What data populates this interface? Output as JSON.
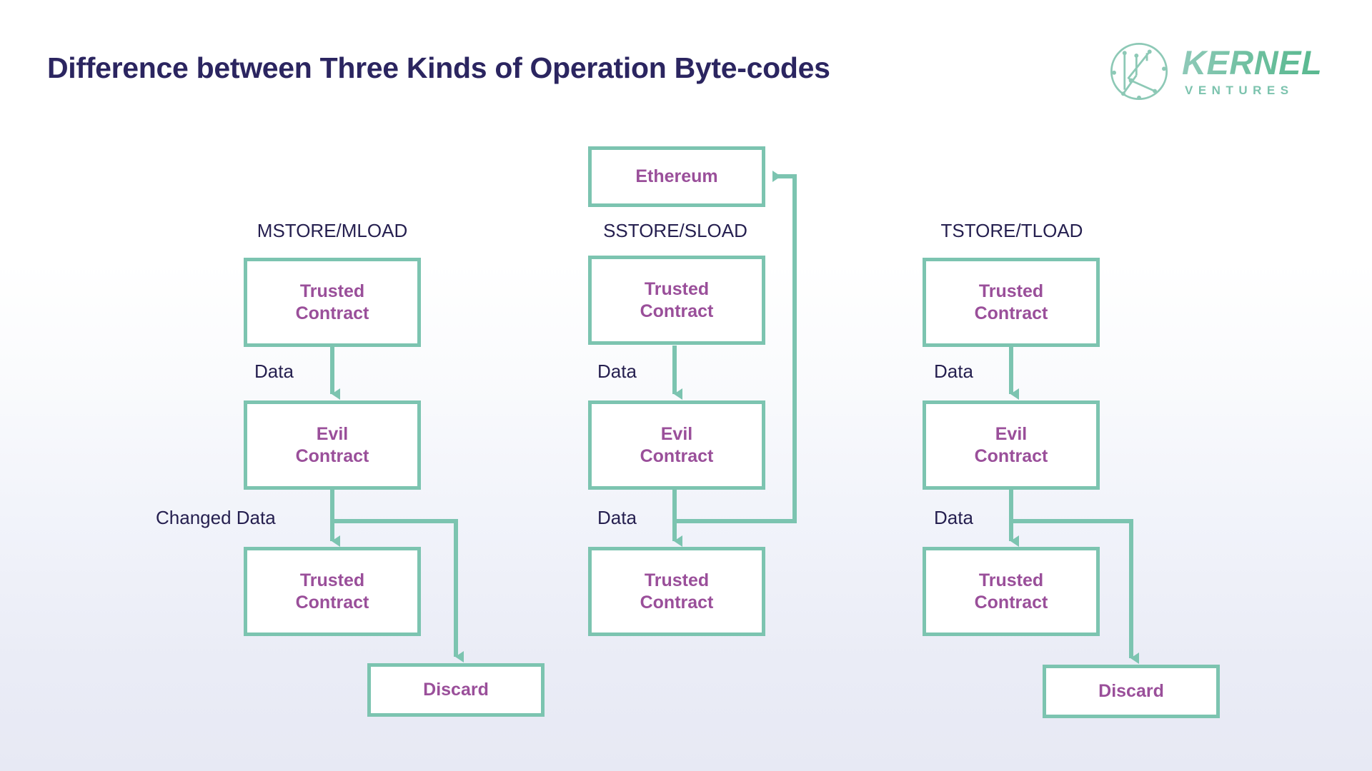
{
  "page": {
    "title": "Difference between Three Kinds of Operation Byte-codes"
  },
  "logo": {
    "mark": "kernel-circle-k-icon",
    "name": "KERNEL",
    "tagline": "VENTURES"
  },
  "colors": {
    "title": "#2b2560",
    "node_border": "#7cc4b0",
    "node_text": "#9a4f9a",
    "label_text": "#251f4f",
    "connector": "#7cc4b0",
    "logo_green": "#6bbf9d",
    "background_top": "#ffffff",
    "background_bottom": "#e7e9f4"
  },
  "columns": [
    {
      "id": "mstore-mload",
      "header": "MSTORE/MLOAD",
      "nodes": [
        {
          "id": "c1-trusted-top",
          "label": "Trusted\nContract",
          "line1": "Trusted",
          "line2": "Contract"
        },
        {
          "id": "c1-evil",
          "label": "Evil\nContract",
          "line1": "Evil",
          "line2": "Contract"
        },
        {
          "id": "c1-trusted-bottom",
          "label": "Trusted\nContract",
          "line1": "Trusted",
          "line2": "Contract"
        },
        {
          "id": "c1-discard",
          "label": "Discard",
          "line1": "Discard",
          "line2": ""
        }
      ],
      "edges": [
        {
          "from": "c1-trusted-top",
          "to": "c1-evil",
          "label": "Data"
        },
        {
          "from": "c1-evil",
          "to": "c1-trusted-bottom",
          "label": "Changed Data"
        },
        {
          "from": "c1-evil",
          "to": "c1-discard",
          "label": ""
        }
      ]
    },
    {
      "id": "sstore-sload",
      "header": "SSTORE/SLOAD",
      "nodes": [
        {
          "id": "c2-ethereum",
          "label": "Ethereum",
          "line1": "Ethereum",
          "line2": ""
        },
        {
          "id": "c2-trusted-top",
          "label": "Trusted\nContract",
          "line1": "Trusted",
          "line2": "Contract"
        },
        {
          "id": "c2-evil",
          "label": "Evil\nContract",
          "line1": "Evil",
          "line2": "Contract"
        },
        {
          "id": "c2-trusted-bottom",
          "label": "Trusted\nContract",
          "line1": "Trusted",
          "line2": "Contract"
        }
      ],
      "edges": [
        {
          "from": "c2-trusted-top",
          "to": "c2-evil",
          "label": "Data"
        },
        {
          "from": "c2-evil",
          "to": "c2-trusted-bottom",
          "label": "Data"
        },
        {
          "from": "c2-evil",
          "to": "c2-ethereum",
          "label": ""
        }
      ]
    },
    {
      "id": "tstore-tload",
      "header": "TSTORE/TLOAD",
      "nodes": [
        {
          "id": "c3-trusted-top",
          "label": "Trusted\nContract",
          "line1": "Trusted",
          "line2": "Contract"
        },
        {
          "id": "c3-evil",
          "label": "Evil\nContract",
          "line1": "Evil",
          "line2": "Contract"
        },
        {
          "id": "c3-trusted-bottom",
          "label": "Trusted\nContract",
          "line1": "Trusted",
          "line2": "Contract"
        },
        {
          "id": "c3-discard",
          "label": "Discard",
          "line1": "Discard",
          "line2": ""
        }
      ],
      "edges": [
        {
          "from": "c3-trusted-top",
          "to": "c3-evil",
          "label": "Data"
        },
        {
          "from": "c3-evil",
          "to": "c3-trusted-bottom",
          "label": "Data"
        },
        {
          "from": "c3-evil",
          "to": "c3-discard",
          "label": ""
        }
      ]
    }
  ],
  "labels": {
    "col1_header": "MSTORE/MLOAD",
    "col2_header": "SSTORE/SLOAD",
    "col3_header": "TSTORE/TLOAD",
    "data": "Data",
    "changed_data": "Changed Data",
    "trusted_line1": "Trusted",
    "trusted_line2": "Contract",
    "evil_line1": "Evil",
    "evil_line2": "Contract",
    "discard": "Discard",
    "ethereum": "Ethereum"
  }
}
